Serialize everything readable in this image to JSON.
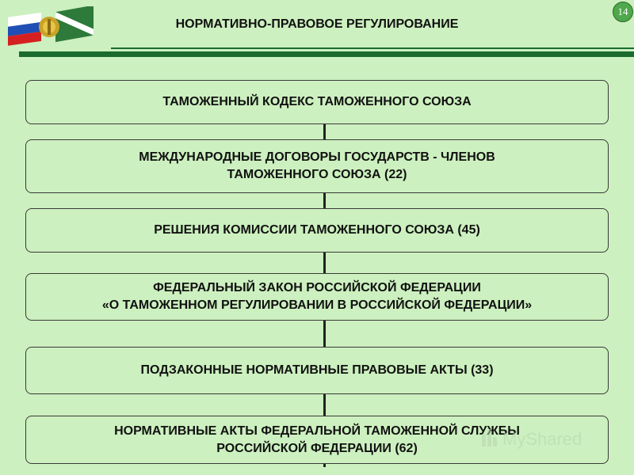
{
  "header": {
    "title": "НОРМАТИВНО-ПРАВОВОЕ РЕГУЛИРОВАНИЕ",
    "page_number": "14"
  },
  "colors": {
    "background": "#ccf0bf",
    "accent_green": "#1c6b2e",
    "badge_green": "#4fa84b"
  },
  "icons": [
    "flag-emblem-logo",
    "page-number-badge"
  ],
  "hierarchy": [
    {
      "label": "ТАМОЖЕННЫЙ КОДЕКС ТАМОЖЕННОГО СОЮЗА"
    },
    {
      "label": "МЕЖДУНАРОДНЫЕ ДОГОВОРЫ ГОСУДАРСТВ - ЧЛЕНОВ\nТАМОЖЕННОГО СОЮЗА (22)"
    },
    {
      "label": "РЕШЕНИЯ КОМИССИИ ТАМОЖЕННОГО СОЮЗА (45)"
    },
    {
      "label": "ФЕДЕРАЛЬНЫЙ ЗАКОН РОССИЙСКОЙ ФЕДЕРАЦИИ\n«О ТАМОЖЕННОМ РЕГУЛИРОВАНИИ В РОССИЙСКОЙ ФЕДЕРАЦИИ»"
    },
    {
      "label": "ПОДЗАКОННЫЕ НОРМАТИВНЫЕ ПРАВОВЫЕ АКТЫ (33)"
    },
    {
      "label": "НОРМАТИВНЫЕ АКТЫ ФЕДЕРАЛЬНОЙ ТАМОЖЕННОЙ СЛУЖБЫ\nРОССИЙСКОЙ ФЕДЕРАЦИИ (62)"
    }
  ],
  "watermark": "MyShared"
}
